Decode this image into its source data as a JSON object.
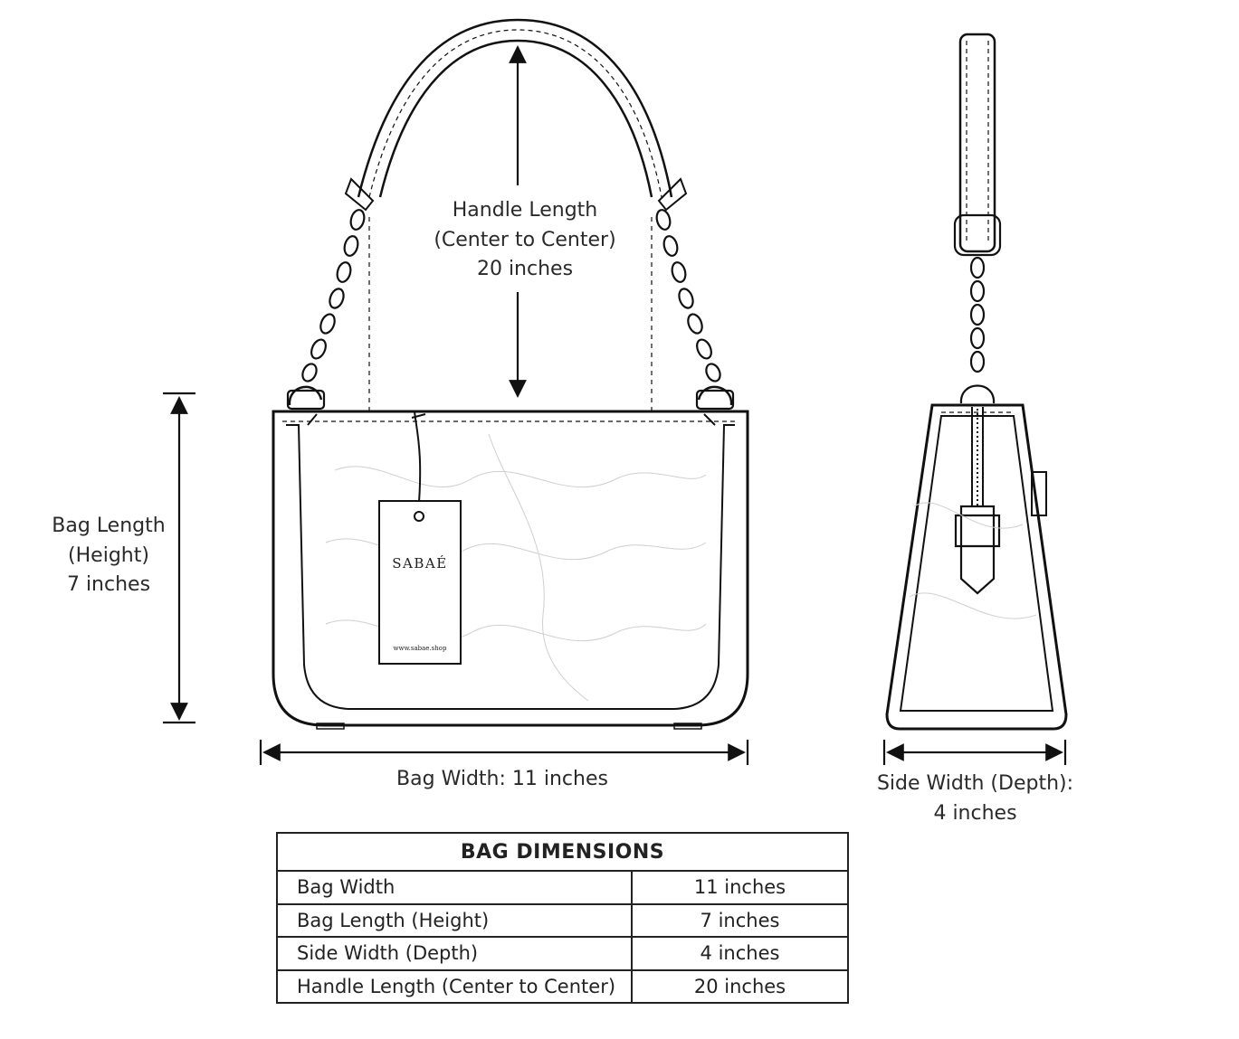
{
  "labels": {
    "handle": [
      "Handle Length",
      "(Center to Center)",
      "20 inches"
    ],
    "bag_length": [
      "Bag Length",
      "(Height)",
      "7 inches"
    ],
    "bag_width": "Bag Width: 11 inches",
    "side_width": [
      "Side Width (Depth):",
      "4 inches"
    ]
  },
  "tag": {
    "brand": "SABAÉ",
    "url": "www.sabae.shop"
  },
  "table": {
    "title": "BAG DIMENSIONS",
    "rows": [
      {
        "name": "Bag Width",
        "value": "11 inches"
      },
      {
        "name": "Bag Length (Height)",
        "value": "7 inches"
      },
      {
        "name": "Side Width (Depth)",
        "value": "4 inches"
      },
      {
        "name": "Handle Length (Center to Center)",
        "value": "20 inches"
      }
    ]
  }
}
